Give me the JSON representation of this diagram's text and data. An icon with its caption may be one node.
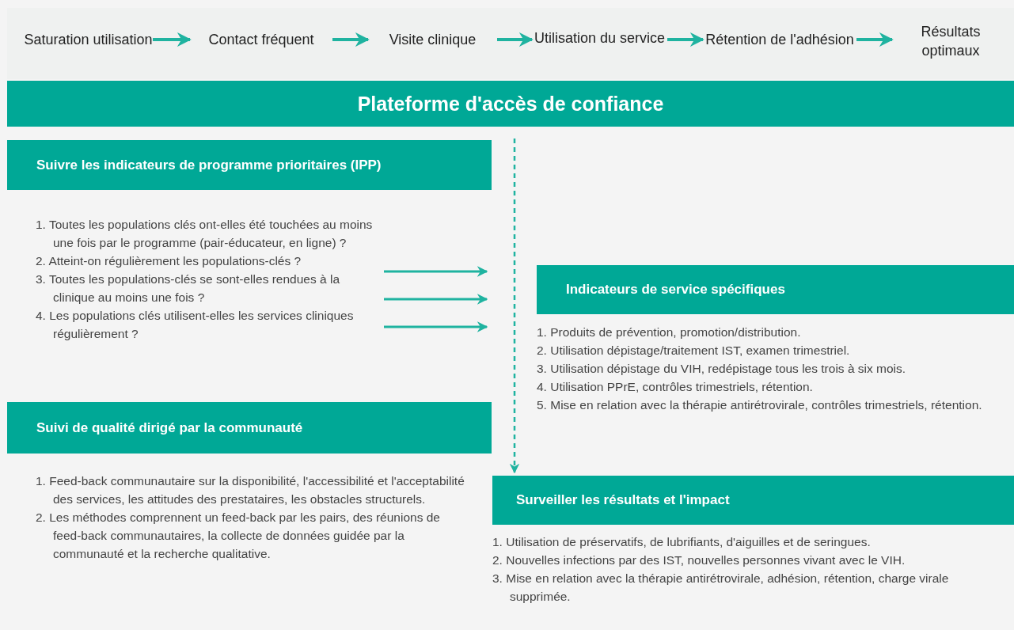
{
  "diagram": {
    "nodes": [
      {
        "text": [
          "Saturation utilisation"
        ]
      },
      {
        "text": [
          "Contact fréquent"
        ]
      },
      {
        "text": [
          "Visite clinique"
        ]
      },
      {
        "text": [
          "Utilisation du service"
        ]
      },
      {
        "text": [
          "Rétention de l'adhésion"
        ]
      },
      {
        "text": [
          "Résultats optimaux"
        ]
      },
      {
        "text": [
          "Plateforme d'accès de confiance"
        ]
      },
      {
        "text": [
          "Suivre les indicateurs de programme prioritaires (IPP)"
        ]
      },
      {
        "text": [
          "1. Toutes les populations clés ont-elles été touchées au moins une fois par le programme (pair-éducateur, en ligne) ?",
          "2. Atteint-on régulièrement les populations-clés ?",
          "3. Toutes les populations-clés se sont-elles rendues à la clinique au moins une fois ?",
          "4. Les populations clés utilisent-elles les services cliniques régulièrement ?"
        ]
      },
      {
        "text": [
          "Suivi de qualité dirigé par la communauté"
        ]
      },
      {
        "text": [
          "1. Feed-back communautaire sur la disponibilité, l'accessibilité et l'acceptabilité des services, les attitudes des prestataires, les obstacles structurels.",
          "2. Les méthodes comprennent un feed-back par les pairs, des réunions de feed-back communautaires, la collecte de données guidée par la communauté et la recherche qualitative."
        ]
      },
      {
        "text": [
          "Indicateurs de service spécifiques"
        ]
      },
      {
        "text": [
          "1. Produits de prévention, promotion/distribution.",
          "2. Utilisation dépistage/traitement IST, examen trimestriel.",
          "3. Utilisation dépistage du VIH, redépistage tous les trois à six mois.",
          "4. Utilisation PPrE, contrôles trimestriels, rétention.",
          "5. Mise en relation avec la thérapie antirétrovirale, contrôles trimestriels, rétention."
        ]
      },
      {
        "text": [
          "Surveiller les résultats et l'impact"
        ]
      },
      {
        "text": [
          "1. Utilisation de préservatifs, de lubrifiants, d'aiguilles et de seringues.",
          "2. Nouvelles infections par des IST, nouvelles personnes vivant avec le VIH.",
          "3. Mise en relation avec la thérapie antirétrovirale, adhésion, rétention, charge virale supprimée."
        ]
      }
    ],
    "edges": [
      {
        "from": 0,
        "to": 1,
        "arrow": "to"
      },
      {
        "from": 1,
        "to": 2,
        "arrow": "to"
      },
      {
        "from": 2,
        "to": 3,
        "arrow": "to"
      },
      {
        "from": 3,
        "to": 4,
        "arrow": "to"
      },
      {
        "from": 4,
        "to": 5,
        "arrow": "to"
      },
      {
        "from": 8,
        "to": null,
        "arrow": "to"
      },
      {
        "from": 8,
        "to": null,
        "arrow": "to"
      },
      {
        "from": 8,
        "to": null,
        "arrow": "to"
      },
      {
        "from": 6,
        "to": 13,
        "arrow": "to",
        "style": "dashed"
      }
    ]
  }
}
